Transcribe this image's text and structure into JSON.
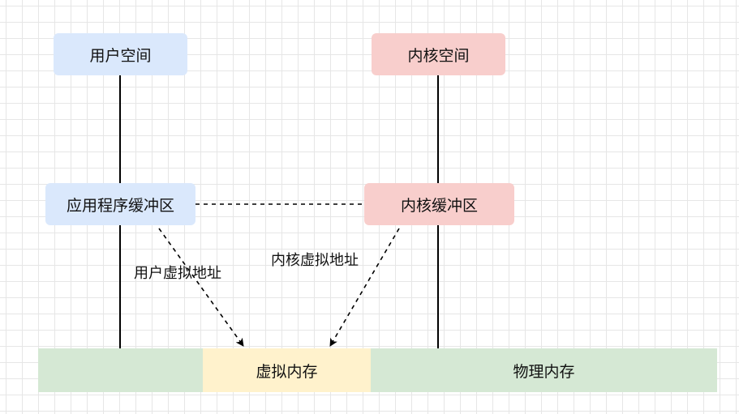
{
  "nodes": {
    "user_space": "用户空间",
    "kernel_space": "内核空间",
    "app_buffer": "应用程序缓冲区",
    "kernel_buffer": "内核缓冲区"
  },
  "memory": {
    "left_block": "",
    "virtual_memory": "虚拟内存",
    "physical_memory": "物理内存"
  },
  "edges": {
    "user_virtual_address": "用户虚拟地址",
    "kernel_virtual_address": "内核虚拟地址"
  },
  "colors": {
    "user_fill": "#dae8fc",
    "kernel_fill": "#f8cecc",
    "virtual_fill": "#fff2cc",
    "physical_fill": "#d5e8d4",
    "line": "#000000"
  }
}
